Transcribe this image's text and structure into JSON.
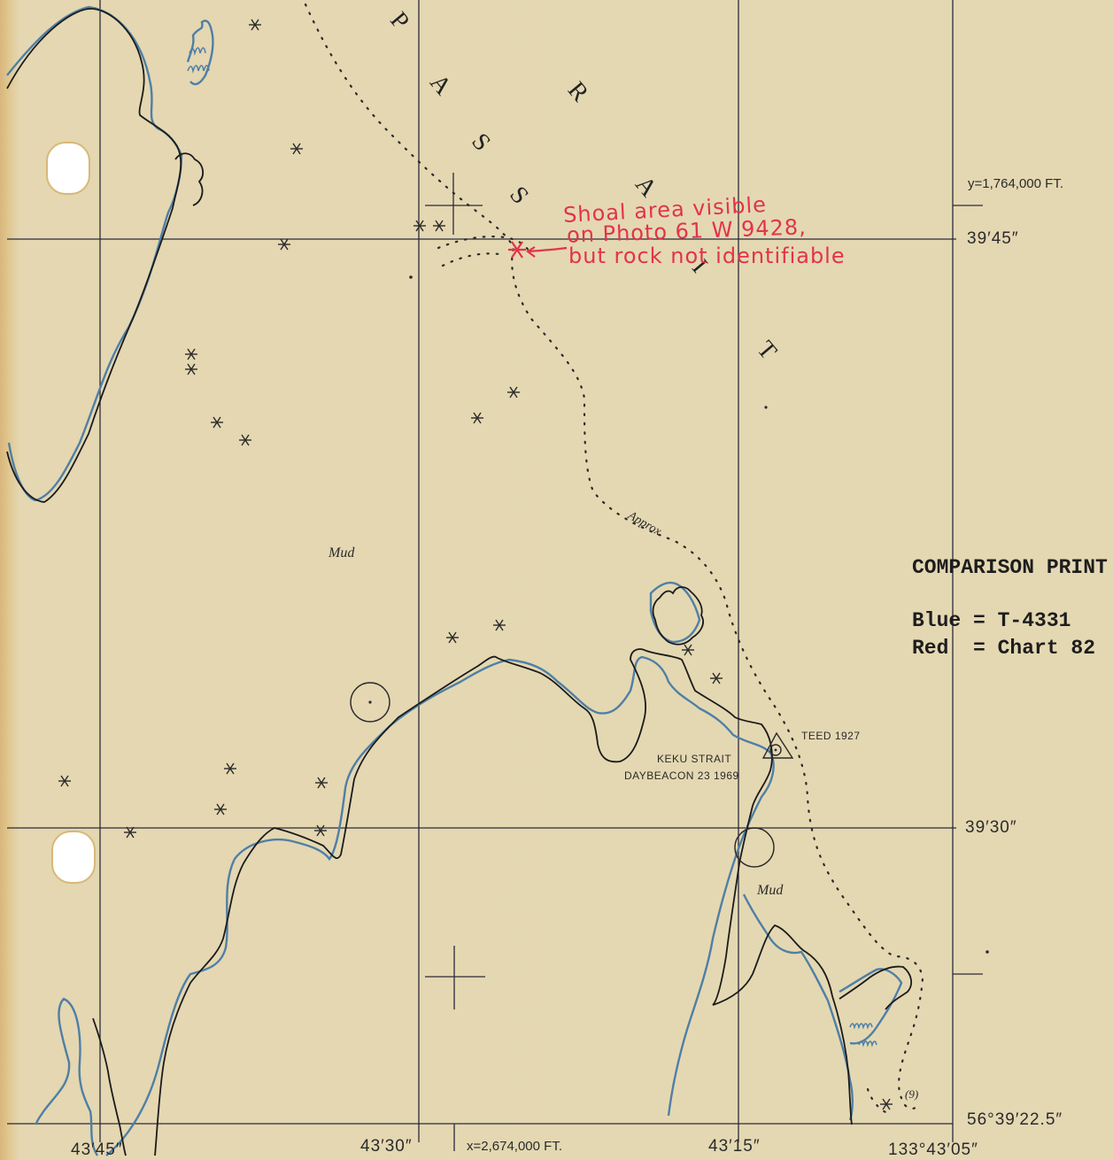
{
  "map": {
    "strait_letters": [
      "P",
      "A",
      "S",
      "S",
      "R",
      "A",
      "I",
      "T"
    ],
    "grid_labels": {
      "lat_1": "39′45″",
      "lat_2": "39′30″",
      "lat_3": "56°39′22.5″",
      "lon_1": "43′45″",
      "lon_2": "43′30″",
      "lon_3": "43′15″",
      "lon_4": "133°43′05″",
      "x_coord": "x=2,674,000 FT.",
      "y_coord": "y=1,764,000 FT."
    },
    "features": {
      "mud_1": "Mud",
      "mud_2": "Mud",
      "approx": "Approx",
      "station": "TEED 1927",
      "daybeacon_1": "KEKU STRAIT",
      "daybeacon_2": "DAYBEACON 23 1969",
      "sounding": "(9)"
    },
    "annotation": {
      "line_1": "Shoal area visible",
      "line_2": "on Photo 61 W 9428,",
      "line_3": "but rock not identifiable"
    },
    "legend": {
      "title": "COMPARISON PRINT",
      "blue": "Blue = T-4331",
      "red": "Red  = Chart 82"
    },
    "colors": {
      "paper": "#e4d8b3",
      "blue_line": "#4f7fa6",
      "red_ink": "#e2334b",
      "black_line": "#1b1b1b"
    }
  }
}
